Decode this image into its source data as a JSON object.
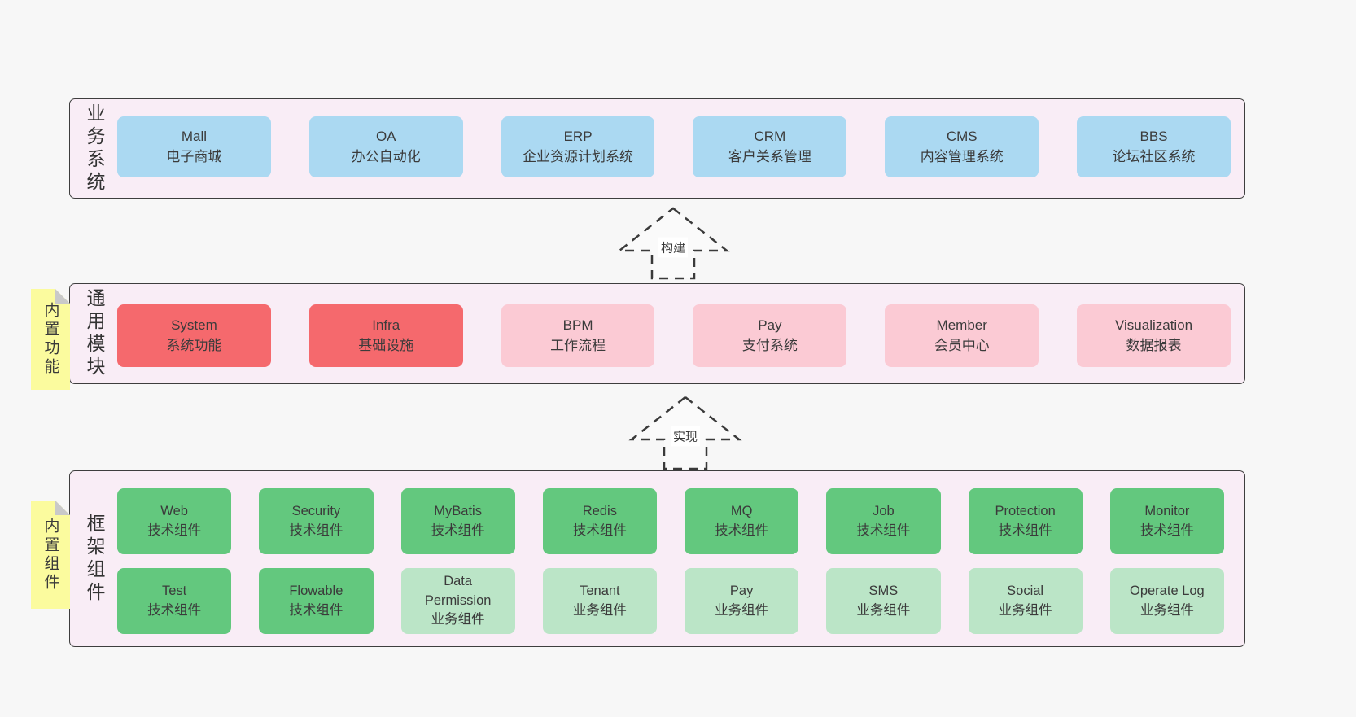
{
  "colors": {
    "page_bg": "#f7f7f7",
    "panel_bg": "#f9edf6",
    "panel_border": "#3e3e3e",
    "blue": "#abd9f2",
    "red": "#f5696d",
    "pink": "#fbcad4",
    "green": "#63c87e",
    "light_green": "#bbe5c7",
    "sticky_yellow": "#fbfb9e",
    "sticky_fold": "#c9c9c9",
    "text": "#3b3b3b"
  },
  "layers": [
    {
      "label": "业务系统",
      "boxes": [
        {
          "name": "Mall",
          "sub": "电子商城"
        },
        {
          "name": "OA",
          "sub": "办公自动化"
        },
        {
          "name": "ERP",
          "sub": "企业资源计划系统"
        },
        {
          "name": "CRM",
          "sub": "客户关系管理"
        },
        {
          "name": "CMS",
          "sub": "内容管理系统"
        },
        {
          "name": "BBS",
          "sub": "论坛社区系统"
        }
      ]
    },
    {
      "label": "通用模块",
      "note": "内置功能",
      "boxes": [
        {
          "name": "System",
          "sub": "系统功能"
        },
        {
          "name": "Infra",
          "sub": "基础设施"
        },
        {
          "name": "BPM",
          "sub": "工作流程"
        },
        {
          "name": "Pay",
          "sub": "支付系统"
        },
        {
          "name": "Member",
          "sub": "会员中心"
        },
        {
          "name": "Visualization",
          "sub": "数据报表"
        }
      ]
    },
    {
      "label": "框架组件",
      "note": "内置组件",
      "rows": [
        [
          {
            "name": "Web",
            "sub": "技术组件"
          },
          {
            "name": "Security",
            "sub": "技术组件"
          },
          {
            "name": "MyBatis",
            "sub": "技术组件"
          },
          {
            "name": "Redis",
            "sub": "技术组件"
          },
          {
            "name": "MQ",
            "sub": "技术组件"
          },
          {
            "name": "Job",
            "sub": "技术组件"
          },
          {
            "name": "Protection",
            "sub": "技术组件"
          },
          {
            "name": "Monitor",
            "sub": "技术组件"
          }
        ],
        [
          {
            "name": "Test",
            "sub": "技术组件"
          },
          {
            "name": "Flowable",
            "sub": "技术组件"
          },
          {
            "name": "Data Permission",
            "sub": "业务组件"
          },
          {
            "name": "Tenant",
            "sub": "业务组件"
          },
          {
            "name": "Pay",
            "sub": "业务组件"
          },
          {
            "name": "SMS",
            "sub": "业务组件"
          },
          {
            "name": "Social",
            "sub": "业务组件"
          },
          {
            "name": "Operate Log",
            "sub": "业务组件"
          }
        ]
      ]
    }
  ],
  "arrows": [
    {
      "label": "构建"
    },
    {
      "label": "实现"
    }
  ]
}
